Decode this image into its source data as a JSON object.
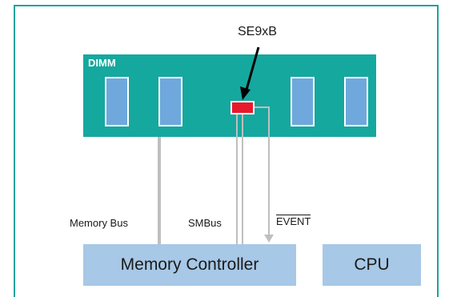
{
  "diagram": {
    "dimm_label": "DIMM",
    "sensor_label": "SE9xB",
    "memory_bus_label": "Memory Bus",
    "smbus_label": "SMBus",
    "event_label": "EVENT",
    "memory_controller_label": "Memory Controller",
    "cpu_label": "CPU"
  },
  "colors": {
    "frame": "#1aa39a",
    "dimm": "#15a89f",
    "chip": "#6fa8dc",
    "sensor": "#e8192c",
    "box": "#a7c8e6",
    "wire": "#bfbfbf"
  }
}
